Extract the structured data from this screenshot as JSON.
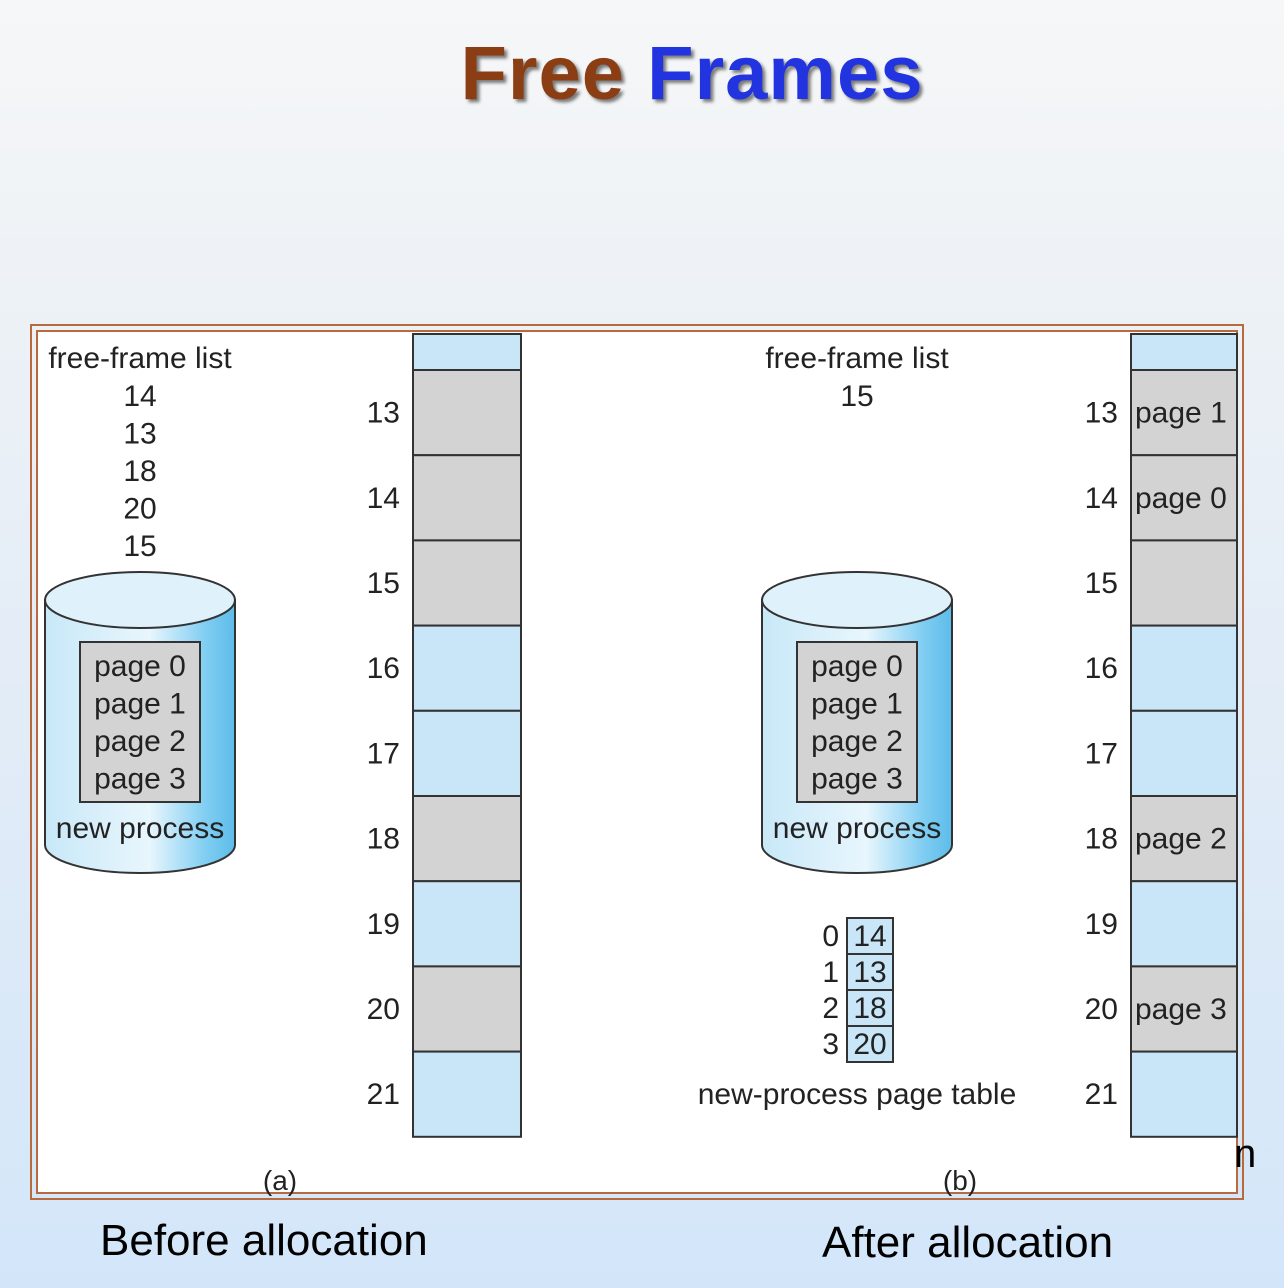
{
  "title": {
    "word1": "Free",
    "word2": "Frames"
  },
  "colors": {
    "free": "#c8e6f8",
    "allocated": "#d3d3d3",
    "title_brown": "#8b3d13",
    "title_blue": "#2233e0",
    "border": "#b86a3e"
  },
  "panel_a": {
    "free_list_label": "free-frame list",
    "free_list": [
      "14",
      "13",
      "18",
      "20",
      "15"
    ],
    "disk_pages": [
      "page 0",
      "page 1",
      "page 2",
      "page 3"
    ],
    "disk_label": "new process",
    "frames": [
      {
        "num": "",
        "state": "free",
        "content": ""
      },
      {
        "num": "13",
        "state": "allocated",
        "content": ""
      },
      {
        "num": "14",
        "state": "allocated",
        "content": ""
      },
      {
        "num": "15",
        "state": "allocated",
        "content": ""
      },
      {
        "num": "16",
        "state": "free",
        "content": ""
      },
      {
        "num": "17",
        "state": "free",
        "content": ""
      },
      {
        "num": "18",
        "state": "allocated",
        "content": ""
      },
      {
        "num": "19",
        "state": "free",
        "content": ""
      },
      {
        "num": "20",
        "state": "allocated",
        "content": ""
      },
      {
        "num": "21",
        "state": "free",
        "content": ""
      }
    ],
    "sub_label": "(a)"
  },
  "panel_b": {
    "free_list_label": "free-frame list",
    "free_list": [
      "15"
    ],
    "disk_pages": [
      "page 0",
      "page 1",
      "page 2",
      "page 3"
    ],
    "disk_label": "new process",
    "page_table": [
      {
        "index": "0",
        "frame": "14"
      },
      {
        "index": "1",
        "frame": "13"
      },
      {
        "index": "2",
        "frame": "18"
      },
      {
        "index": "3",
        "frame": "20"
      }
    ],
    "page_table_label": "new-process page table",
    "frames": [
      {
        "num": "",
        "state": "free",
        "content": ""
      },
      {
        "num": "13",
        "state": "allocated",
        "content": "page 1"
      },
      {
        "num": "14",
        "state": "allocated",
        "content": "page 0"
      },
      {
        "num": "15",
        "state": "allocated",
        "content": ""
      },
      {
        "num": "16",
        "state": "free",
        "content": ""
      },
      {
        "num": "17",
        "state": "free",
        "content": ""
      },
      {
        "num": "18",
        "state": "allocated",
        "content": "page 2"
      },
      {
        "num": "19",
        "state": "free",
        "content": ""
      },
      {
        "num": "20",
        "state": "allocated",
        "content": "page 3"
      },
      {
        "num": "21",
        "state": "free",
        "content": ""
      }
    ],
    "sub_label": "(b)"
  },
  "captions": {
    "before": "Before allocation",
    "after": "After allocation"
  },
  "stray_text": "n"
}
